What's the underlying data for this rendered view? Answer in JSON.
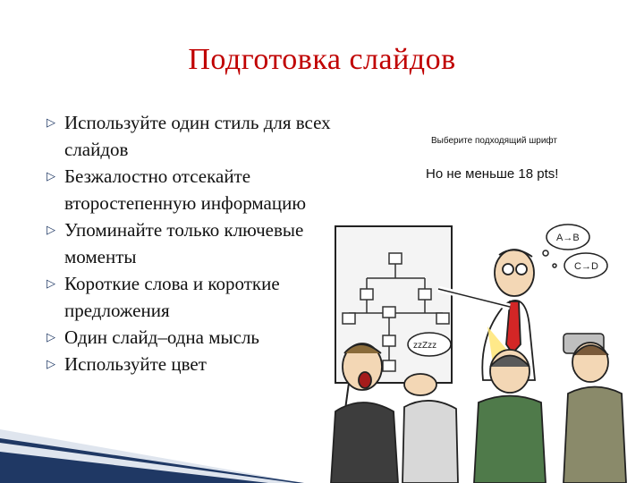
{
  "slide": {
    "title": "Подготовка слайдов",
    "bullets": [
      "Используйте один стиль для всех слайдов",
      "Безжалостно отсекайте второстепенную информацию",
      "Упоминайте только ключевые моменты",
      "Короткие слова и короткие предложения",
      "Один слайд–одна мысль",
      "Используйте цвет"
    ],
    "bullet_icon": "triangle-right-icon",
    "side_note_font": "Выберите подходящий шрифт",
    "side_note_size": "Но  не меньше 18 pts!",
    "illustration": {
      "snore_text": "zzZzz",
      "bubble_1": "A→B",
      "bubble_2": "C→D"
    }
  },
  "colors": {
    "title": "#c00000",
    "text": "#111111",
    "bullet": "#1f3864",
    "corner_accent": "#1f3864"
  }
}
